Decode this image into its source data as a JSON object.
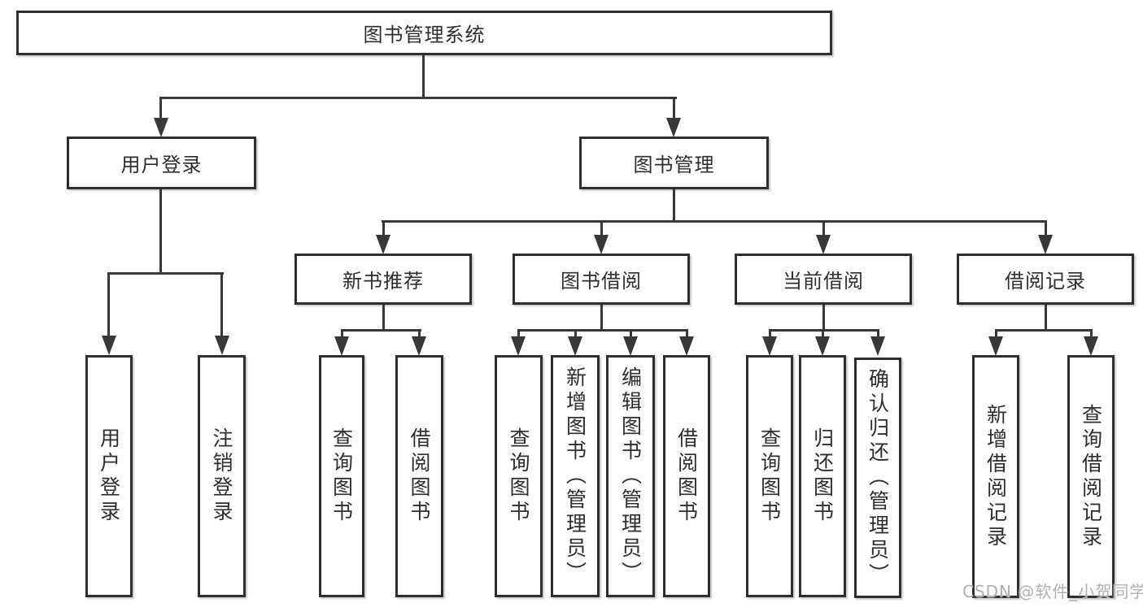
{
  "diagram_title": "图书管理系统",
  "nodes": {
    "root": {
      "label": "图书管理系统"
    },
    "user_login": {
      "label": "用户登录"
    },
    "book_management": {
      "label": "图书管理"
    },
    "new_book_recommend": {
      "label": "新书推荐"
    },
    "book_borrow": {
      "label": "图书借阅"
    },
    "current_borrow": {
      "label": "当前借阅"
    },
    "borrow_record": {
      "label": "借阅记录"
    },
    "leaf_user_login": {
      "label": "用户登录"
    },
    "leaf_logout": {
      "label": "注销登录"
    },
    "recommend_query_book": {
      "label": "查询图书"
    },
    "recommend_borrow_book": {
      "label": "借阅图书"
    },
    "borrow_query_book": {
      "label": "查询图书"
    },
    "borrow_add_book": {
      "label": "新增图书（管理员）"
    },
    "borrow_edit_book": {
      "label": "编辑图书（管理员）"
    },
    "borrow_borrow_book": {
      "label": "借阅图书"
    },
    "current_query_book": {
      "label": "查询图书"
    },
    "current_return_book": {
      "label": "归还图书"
    },
    "current_confirm_return": {
      "label": "确认归还（管理员）"
    },
    "record_add_record": {
      "label": "新增借阅记录"
    },
    "record_query_record": {
      "label": "查询借阅记录"
    }
  },
  "watermark": {
    "text": "CSDN @软件_小贺同学"
  },
  "colors": {
    "line": "#383838",
    "border": "#2e2e2e",
    "text": "#2e2e2e",
    "watermark": "#b0b0b0",
    "background": "#ffffff"
  }
}
